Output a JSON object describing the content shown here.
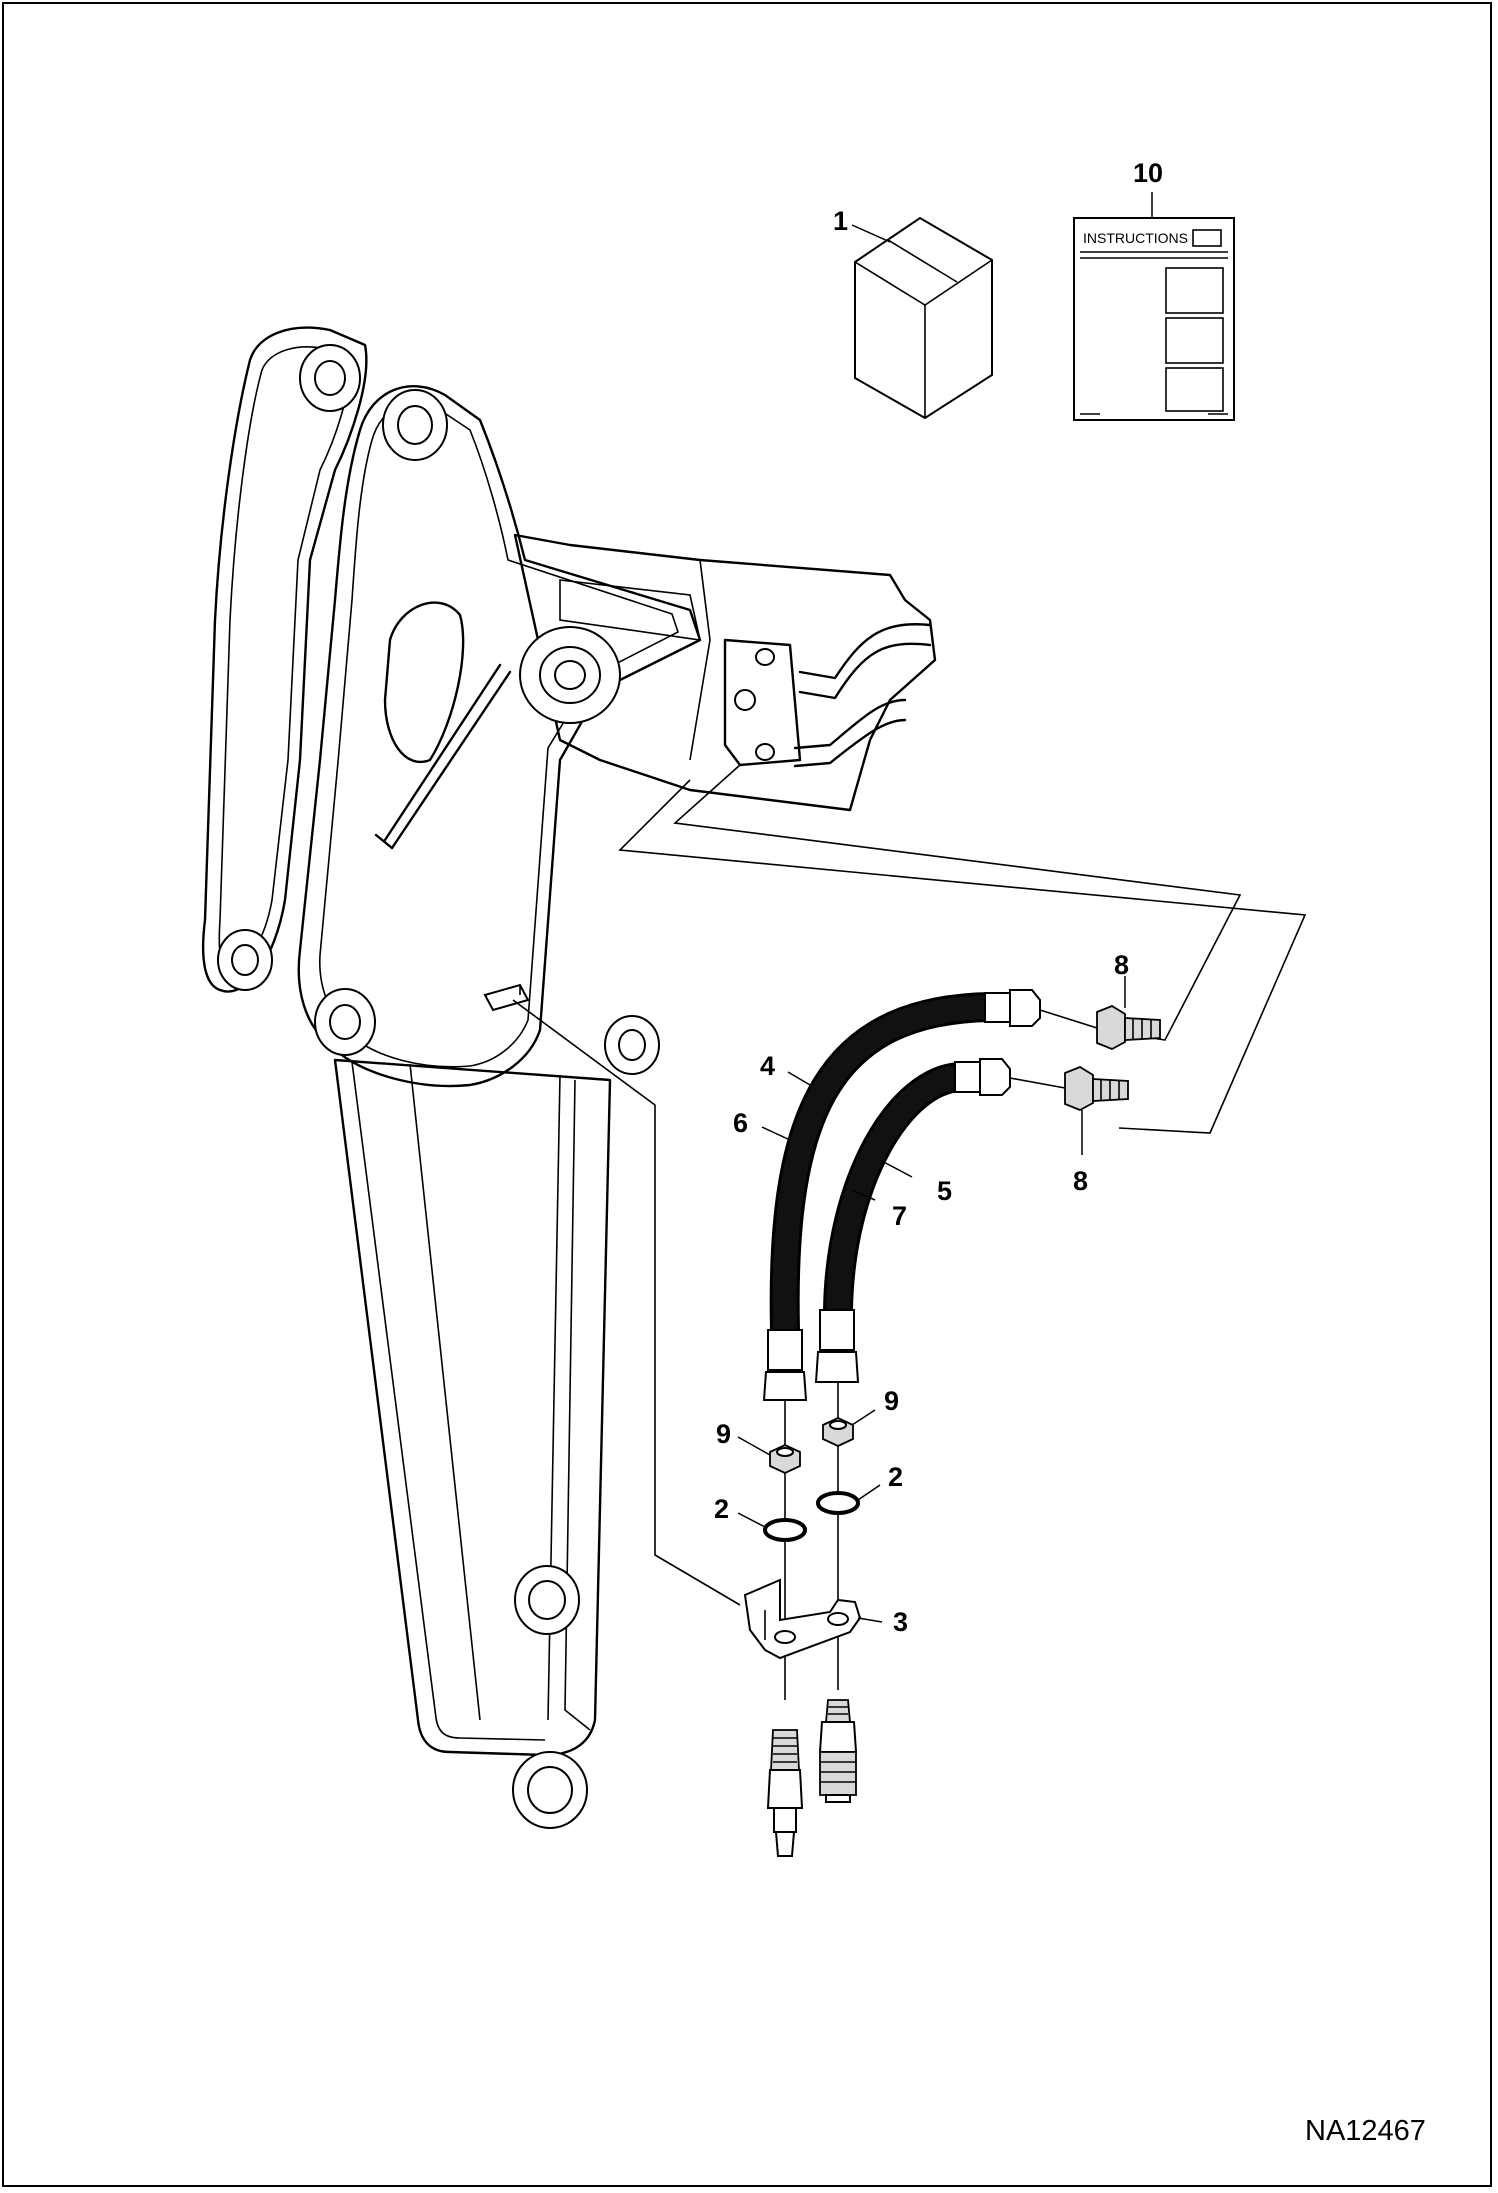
{
  "drawing_number": "NA12467",
  "callouts": {
    "c1": "1",
    "c10": "10",
    "c8_top": "8",
    "c8_bottom": "8",
    "c4": "4",
    "c6": "6",
    "c5": "5",
    "c7": "7",
    "c9_left": "9",
    "c9_right": "9",
    "c2_left": "2",
    "c2_right": "2",
    "c3": "3"
  },
  "instructions_sheet": {
    "heading": "INSTRUCTIONS"
  }
}
